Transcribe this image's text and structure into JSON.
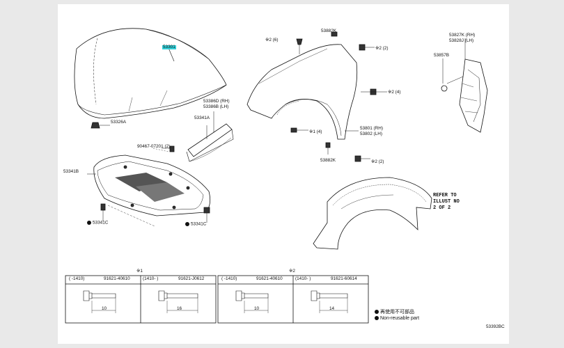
{
  "labels": {
    "hood": "53301",
    "hood_cushion": "53326A",
    "insulator": "53341A",
    "seal_rh": "53386D (RH)",
    "seal_lh": "53386B (LH)",
    "bolt_screw": "90467-07201 (2)",
    "silencer": "53341B",
    "clip_a": "53341C",
    "clip_b": "53341C",
    "fender_clip_top": "53882K",
    "bolt_x2_left": "※2 (6)",
    "bolt_x2_right_top": "※2 (2)",
    "bolt_x2_right_mid": "※2 (4)",
    "bolt_x1": "※1 (4)",
    "fender_rh": "53801 (RH)",
    "fender_lh": "53802 (LH)",
    "fender_clip_bottom": "53882K",
    "bolt_x2_bottom": "※2 (2)",
    "bracket_rh": "53827K (RH)",
    "bracket_lh": "53828J (LH)",
    "grommet": "53857B",
    "refer_to": "REFER TO\nILLUST NO\n2 OF 2",
    "diagram_code": "53392BC"
  },
  "bolt_tables": {
    "x1": "※1",
    "x2": "※2",
    "cells": [
      {
        "range": "(     -1410)",
        "part": "91621-40610",
        "length": "10"
      },
      {
        "range": "(1410-      )",
        "part": "91621-J0612",
        "length": "16"
      },
      {
        "range": "(     -1410)",
        "part": "91621-40610",
        "length": "10"
      },
      {
        "range": "(1410-      )",
        "part": "91621-60614",
        "length": "14"
      }
    ]
  },
  "legend": {
    "zh": "再使用不可部品",
    "en": "Non-reusable part"
  }
}
